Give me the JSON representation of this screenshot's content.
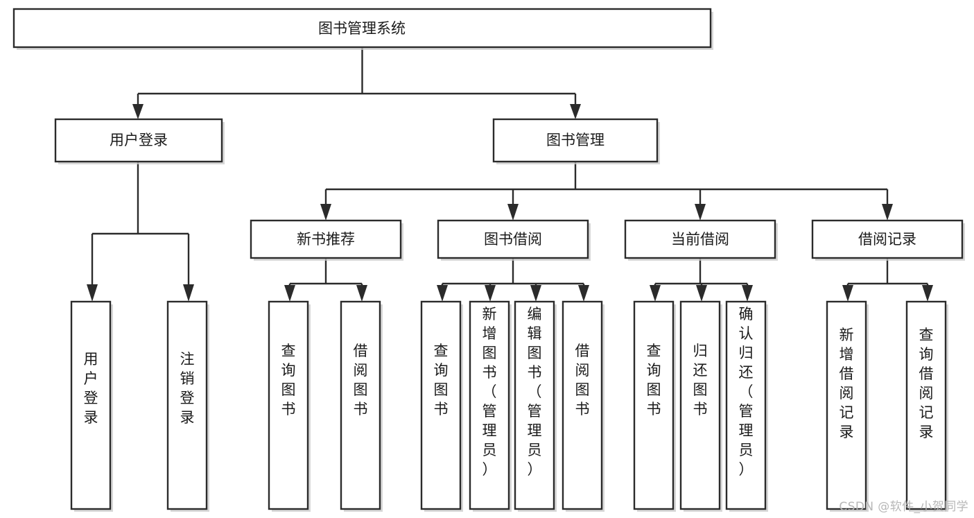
{
  "diagram": {
    "type": "tree",
    "title": "图书管理系统",
    "colors": {
      "box_fill": "#ffffff",
      "box_stroke": "#2b2b2b",
      "text": "#1a1a1a",
      "connector": "#2b2b2b",
      "watermark": "#b7b7b7",
      "background": "#ffffff"
    },
    "root": {
      "label": "图书管理系统"
    },
    "level1": [
      {
        "label": "用户登录"
      },
      {
        "label": "图书管理"
      }
    ],
    "level2": [
      {
        "label": "新书推荐"
      },
      {
        "label": "图书借阅"
      },
      {
        "label": "当前借阅"
      },
      {
        "label": "借阅记录"
      }
    ],
    "leaves": {
      "user_login": [
        {
          "label": "用户登录"
        },
        {
          "label": "注销登录"
        }
      ],
      "new_book_recommend": [
        {
          "label": "查询图书"
        },
        {
          "label": "借阅图书"
        }
      ],
      "book_borrow": [
        {
          "label": "查询图书"
        },
        {
          "label": "新增图书（管理员）"
        },
        {
          "label": "编辑图书（管理员）"
        },
        {
          "label": "借阅图书"
        }
      ],
      "current_borrow": [
        {
          "label": "查询图书"
        },
        {
          "label": "归还图书"
        },
        {
          "label": "确认归还（管理员）"
        }
      ],
      "borrow_record": [
        {
          "label": "新增借阅记录"
        },
        {
          "label": "查询借阅记录"
        }
      ]
    }
  },
  "watermark": {
    "text": "CSDN @软件_小贺同学"
  }
}
